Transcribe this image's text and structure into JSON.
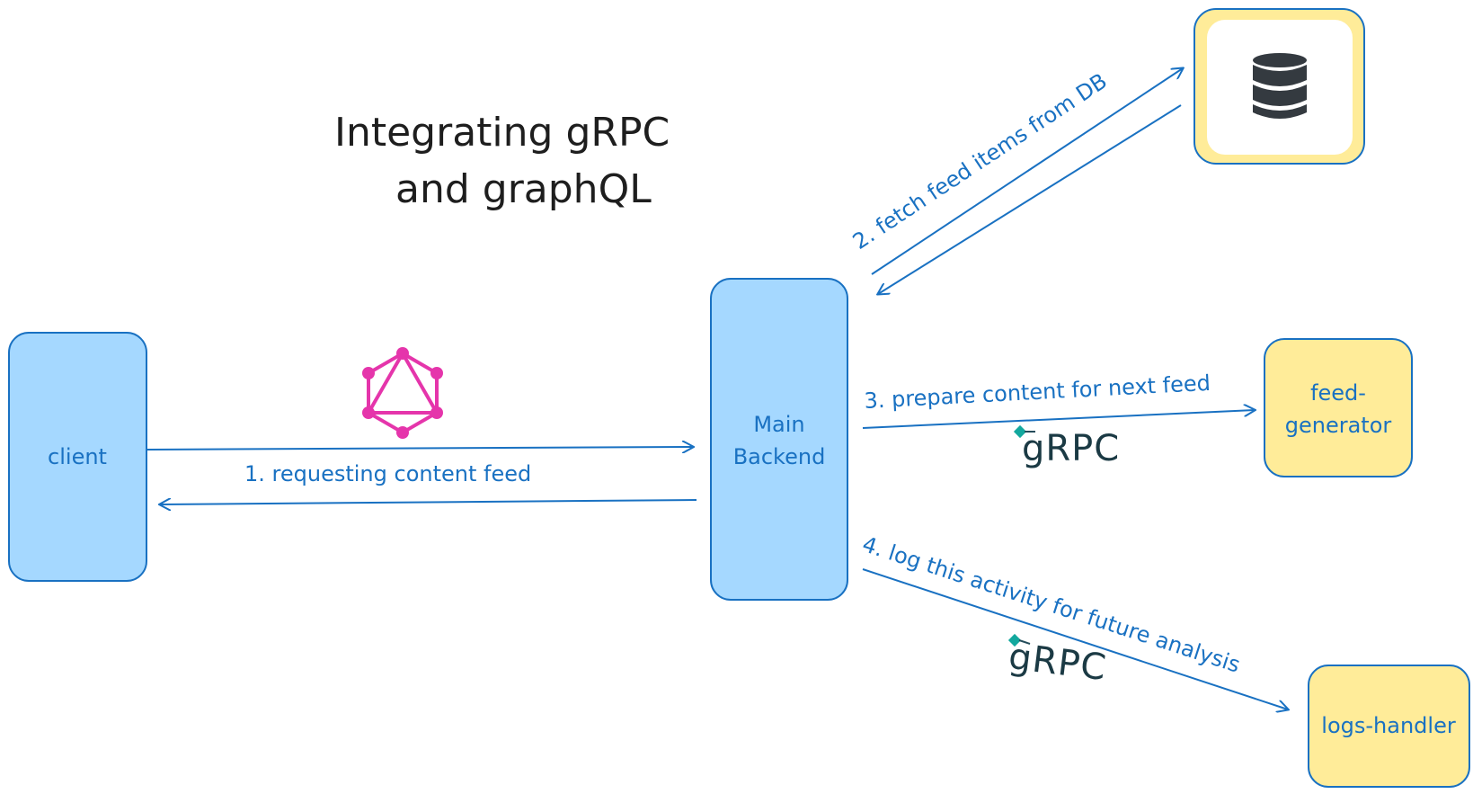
{
  "title": {
    "line1": "Integrating gRPC",
    "line2": "and graphQL"
  },
  "nodes": {
    "client": {
      "label": "client"
    },
    "main_backend": {
      "label_line1": "Main",
      "label_line2": "Backend"
    },
    "database": {
      "icon": "database-icon"
    },
    "feed_generator": {
      "label_line1": "feed-",
      "label_line2": "generator"
    },
    "logs_handler": {
      "label": "logs-handler"
    }
  },
  "edges": {
    "step1": {
      "label": "1. requesting content feed",
      "protocol_icon": "graphql-icon"
    },
    "step2": {
      "label": "2. fetch feed items from DB"
    },
    "step3": {
      "label": "3. prepare content for next feed",
      "protocol": "gRPC"
    },
    "step4": {
      "label": "4. log this activity for future analysis",
      "protocol": "gRPC"
    }
  },
  "colors": {
    "blue_fill": "#a5d8ff",
    "blue_stroke": "#1971c2",
    "yellow_fill": "#ffec99",
    "yellow_stroke": "#1971c2",
    "arrow": "#1971c2",
    "graphql_pink": "#e535ab",
    "grpc_teal": "#244c5a",
    "database_dark": "#343a40"
  }
}
